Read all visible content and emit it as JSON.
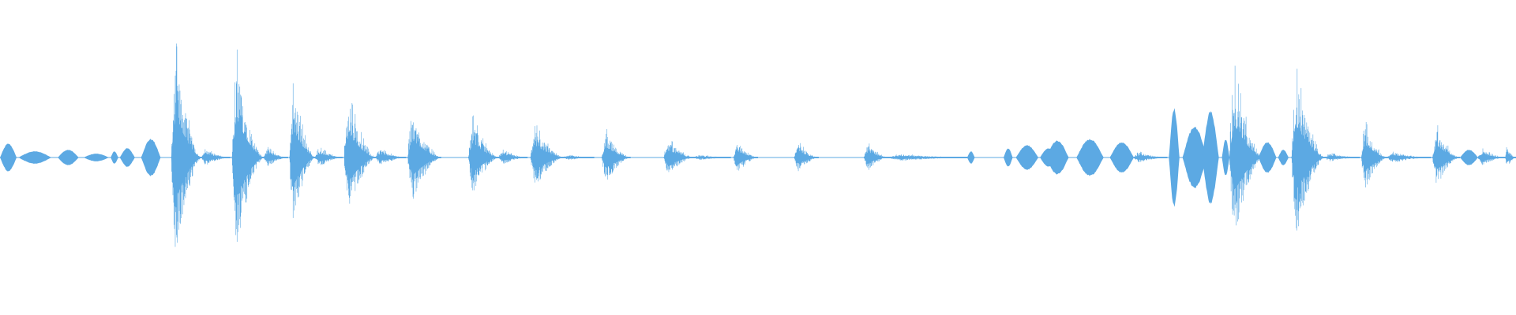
{
  "waveform": {
    "color": "#5ca9e3",
    "background": "#ffffff",
    "duration_seconds": 1.0,
    "peak_amplitude": 0.75,
    "segments": [
      {
        "start": 0.0,
        "end": 0.011,
        "amp": 0.09,
        "shape": "smooth"
      },
      {
        "start": 0.012,
        "end": 0.034,
        "amp": 0.04,
        "shape": "smooth"
      },
      {
        "start": 0.038,
        "end": 0.052,
        "amp": 0.05,
        "shape": "smooth"
      },
      {
        "start": 0.055,
        "end": 0.072,
        "amp": 0.025,
        "shape": "smooth"
      },
      {
        "start": 0.073,
        "end": 0.078,
        "amp": 0.04,
        "shape": "smooth"
      },
      {
        "start": 0.079,
        "end": 0.089,
        "amp": 0.06,
        "shape": "smooth"
      },
      {
        "start": 0.093,
        "end": 0.106,
        "amp": 0.12,
        "shape": "smooth"
      },
      {
        "start": 0.113,
        "end": 0.133,
        "amp": 0.75,
        "shape": "noisy"
      },
      {
        "start": 0.133,
        "end": 0.152,
        "amp": 0.06,
        "shape": "noisy"
      },
      {
        "start": 0.153,
        "end": 0.174,
        "amp": 0.7,
        "shape": "noisy"
      },
      {
        "start": 0.174,
        "end": 0.19,
        "amp": 0.07,
        "shape": "noisy"
      },
      {
        "start": 0.191,
        "end": 0.208,
        "amp": 0.5,
        "shape": "noisy"
      },
      {
        "start": 0.208,
        "end": 0.226,
        "amp": 0.07,
        "shape": "noisy"
      },
      {
        "start": 0.227,
        "end": 0.248,
        "amp": 0.42,
        "shape": "noisy"
      },
      {
        "start": 0.248,
        "end": 0.268,
        "amp": 0.06,
        "shape": "noisy"
      },
      {
        "start": 0.269,
        "end": 0.291,
        "amp": 0.32,
        "shape": "noisy"
      },
      {
        "start": 0.309,
        "end": 0.329,
        "amp": 0.27,
        "shape": "noisy"
      },
      {
        "start": 0.329,
        "end": 0.348,
        "amp": 0.05,
        "shape": "noisy"
      },
      {
        "start": 0.35,
        "end": 0.372,
        "amp": 0.22,
        "shape": "noisy"
      },
      {
        "start": 0.372,
        "end": 0.392,
        "amp": 0.02,
        "shape": "noisy"
      },
      {
        "start": 0.397,
        "end": 0.416,
        "amp": 0.19,
        "shape": "noisy"
      },
      {
        "start": 0.438,
        "end": 0.458,
        "amp": 0.13,
        "shape": "noisy"
      },
      {
        "start": 0.458,
        "end": 0.482,
        "amp": 0.02,
        "shape": "noisy"
      },
      {
        "start": 0.484,
        "end": 0.5,
        "amp": 0.12,
        "shape": "noisy"
      },
      {
        "start": 0.524,
        "end": 0.54,
        "amp": 0.11,
        "shape": "noisy"
      },
      {
        "start": 0.57,
        "end": 0.586,
        "amp": 0.1,
        "shape": "noisy"
      },
      {
        "start": 0.586,
        "end": 0.64,
        "amp": 0.025,
        "shape": "noisy"
      },
      {
        "start": 0.638,
        "end": 0.643,
        "amp": 0.04,
        "shape": "smooth"
      },
      {
        "start": 0.662,
        "end": 0.668,
        "amp": 0.06,
        "shape": "smooth"
      },
      {
        "start": 0.67,
        "end": 0.685,
        "amp": 0.08,
        "shape": "smooth"
      },
      {
        "start": 0.686,
        "end": 0.697,
        "amp": 0.06,
        "shape": "smooth"
      },
      {
        "start": 0.69,
        "end": 0.705,
        "amp": 0.11,
        "shape": "smooth"
      },
      {
        "start": 0.71,
        "end": 0.728,
        "amp": 0.12,
        "shape": "smooth"
      },
      {
        "start": 0.732,
        "end": 0.748,
        "amp": 0.1,
        "shape": "smooth"
      },
      {
        "start": 0.748,
        "end": 0.77,
        "amp": 0.04,
        "shape": "noisy"
      },
      {
        "start": 0.771,
        "end": 0.778,
        "amp": 0.32,
        "shape": "smooth"
      },
      {
        "start": 0.78,
        "end": 0.796,
        "amp": 0.2,
        "shape": "smooth"
      },
      {
        "start": 0.793,
        "end": 0.804,
        "amp": 0.3,
        "shape": "smooth"
      },
      {
        "start": 0.806,
        "end": 0.811,
        "amp": 0.12,
        "shape": "smooth"
      },
      {
        "start": 0.811,
        "end": 0.833,
        "amp": 0.6,
        "shape": "noisy"
      },
      {
        "start": 0.83,
        "end": 0.842,
        "amp": 0.1,
        "shape": "smooth"
      },
      {
        "start": 0.843,
        "end": 0.85,
        "amp": 0.05,
        "shape": "smooth"
      },
      {
        "start": 0.852,
        "end": 0.874,
        "amp": 0.58,
        "shape": "noisy"
      },
      {
        "start": 0.874,
        "end": 0.897,
        "amp": 0.03,
        "shape": "noisy"
      },
      {
        "start": 0.898,
        "end": 0.915,
        "amp": 0.24,
        "shape": "noisy"
      },
      {
        "start": 0.915,
        "end": 0.944,
        "amp": 0.04,
        "shape": "noisy"
      },
      {
        "start": 0.945,
        "end": 0.963,
        "amp": 0.22,
        "shape": "noisy"
      },
      {
        "start": 0.963,
        "end": 0.975,
        "amp": 0.05,
        "shape": "smooth"
      },
      {
        "start": 0.975,
        "end": 0.993,
        "amp": 0.06,
        "shape": "noisy"
      },
      {
        "start": 0.993,
        "end": 1.0,
        "amp": 0.08,
        "shape": "noisy"
      }
    ]
  }
}
